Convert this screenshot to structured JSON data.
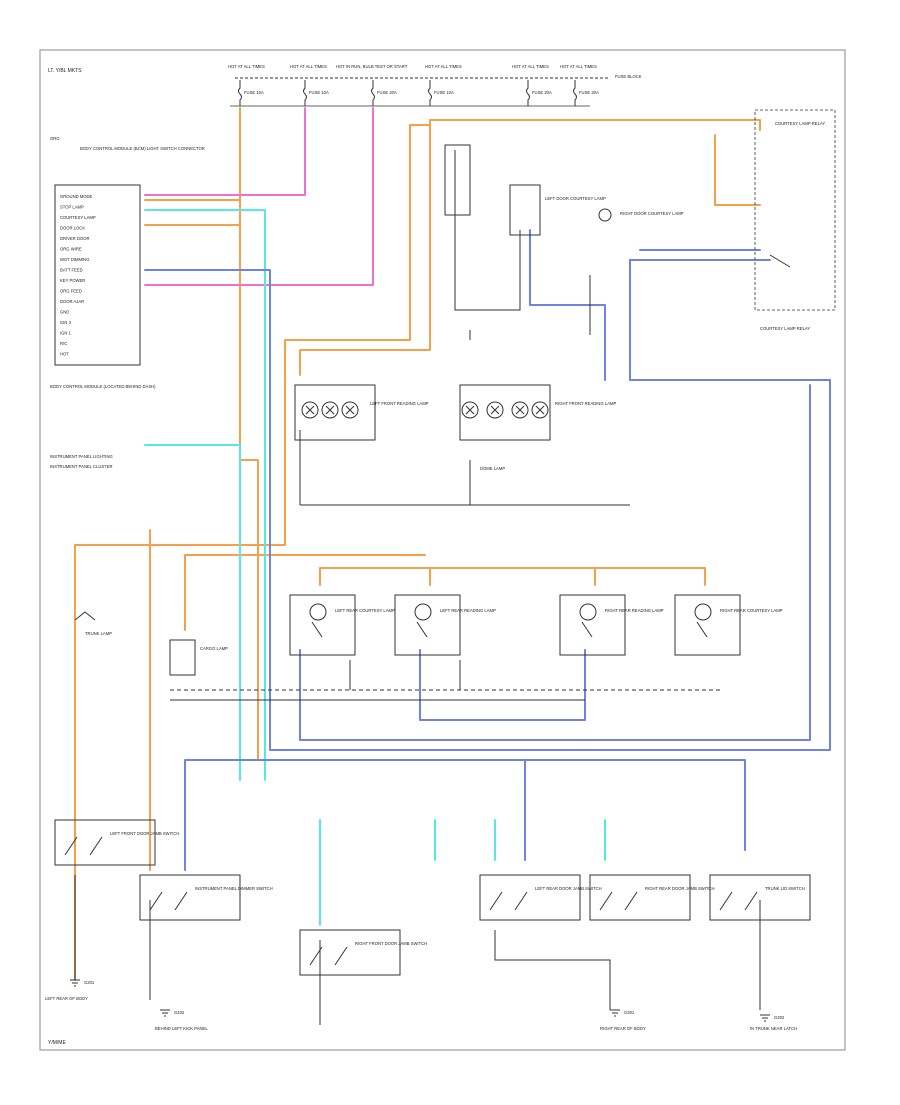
{
  "diagram": {
    "header_label": "LT. Y/BL MKTS",
    "footer_label": "Y/M/ME",
    "colors": {
      "orange": "#f5a04a",
      "pink": "#ee6fd6",
      "cyan": "#58e6e6",
      "blue": "#6f82e6",
      "black": "#333333"
    },
    "fuse_panel_blocks": [
      "HOT AT ALL TIMES",
      "HOT AT ALL TIMES",
      "HOT IN RUN, BULB TEST OR START",
      "HOT AT ALL TIMES",
      "HOT AT ALL TIMES",
      "HOT AT ALL TIMES"
    ],
    "fuses": [
      "FUSE 10A",
      "FUSE 10A",
      "FUSE 20A",
      "FUSE 10A",
      "FUSE 20A",
      "FUSE 20A"
    ],
    "fuse_box_label": "FUSE BLOCK",
    "connector_labels": {
      "top_left": "ORG",
      "dash_note": "BODY CONTROL MODULE (BCM) LIGHT SWITCH CONNECTOR",
      "left_note": "INSTRUMENT PANEL CLUSTER"
    },
    "bcm_pins": [
      "GROUND MODE",
      "STOP LAMP",
      "COURTESY LAMP",
      "DOOR LOCK",
      "DRIVER DOOR",
      "ORG WIRE",
      "WOT DIMMING",
      "BATT FEED",
      "KEY POWER",
      "ORG FEED",
      "DOOR AJAR",
      "GND",
      "IGN 3",
      "IGN 1",
      "R/C",
      "HOT"
    ],
    "left_text_block": "BODY CONTROL MODULE (LOCATED BEHIND DASH)",
    "left_text_block2": "INSTRUMENT PANEL LIGHTING",
    "courtesy_labels": [
      "LEFT DOOR COURTESY LAMP",
      "RIGHT DOOR COURTESY LAMP"
    ],
    "dome_label": "DOME LAMP",
    "ground_labels": [
      "G201",
      "G202",
      "G301",
      "G302"
    ],
    "reading_lamps": [
      "LEFT FRONT READING LAMP",
      "RIGHT FRONT READING LAMP"
    ],
    "rear_lamps": [
      "LEFT REAR COURTESY LAMP",
      "LEFT REAR READING LAMP",
      "RIGHT REAR READING LAMP",
      "RIGHT REAR COURTESY LAMP"
    ],
    "cargo_lamp": "CARGO LAMP",
    "trunk_lamp": "TRUNK LAMP",
    "switch_labels": [
      "LEFT FRONT DOOR JAMB SWITCH",
      "INSTRUMENT PANEL DIMMER SWITCH",
      "RIGHT FRONT DOOR JAMB SWITCH",
      "LEFT REAR DOOR JAMB SWITCH",
      "RIGHT REAR DOOR JAMB SWITCH",
      "TRUNK LID SWITCH"
    ],
    "bottom_labels": [
      "LEFT REAR OF BODY",
      "BEHIND LEFT KICK PANEL",
      "RIGHT REAR OF BODY",
      "IN TRUNK NEAR LATCH"
    ],
    "relay_label": "COURTESY LAMP RELAY"
  }
}
